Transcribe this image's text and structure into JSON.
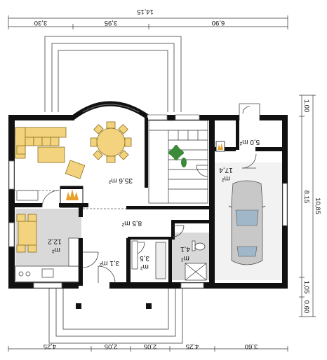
{
  "dimensions": {
    "top_total": "14,15",
    "top_segments": [
      "3,30",
      "3,95",
      "6,90"
    ],
    "bottom_segments": [
      "4,25",
      "2,05",
      "2,05",
      "4,25",
      "3,60"
    ],
    "right_segments": [
      "1,00",
      "8,15",
      "1,05",
      "0,60"
    ],
    "right_total": "10,85"
  },
  "rooms": {
    "living": "35,6 m²",
    "hall": "8,5 m²",
    "kitchen_value": "12,2",
    "kitchen_unit": "m²",
    "vestibule": "3,1 m²",
    "wc_value": "3,5",
    "wc_unit": "m²",
    "bath_value": "4,1",
    "bath_unit": "m²",
    "boiler": "5,0 m²",
    "garage_value": "17,4",
    "garage_unit": "m²"
  },
  "colors": {
    "wall": "#111111",
    "furniture": "#f3d37d",
    "furniture_stroke": "#8a6d1e",
    "tile": "#d9d9d9",
    "garage_floor": "#f2f2f2",
    "car_body": "#c8c8c8",
    "car_glass": "#9fb7c8",
    "plant": "#3a8a3a",
    "fire": "#e8a02a"
  }
}
